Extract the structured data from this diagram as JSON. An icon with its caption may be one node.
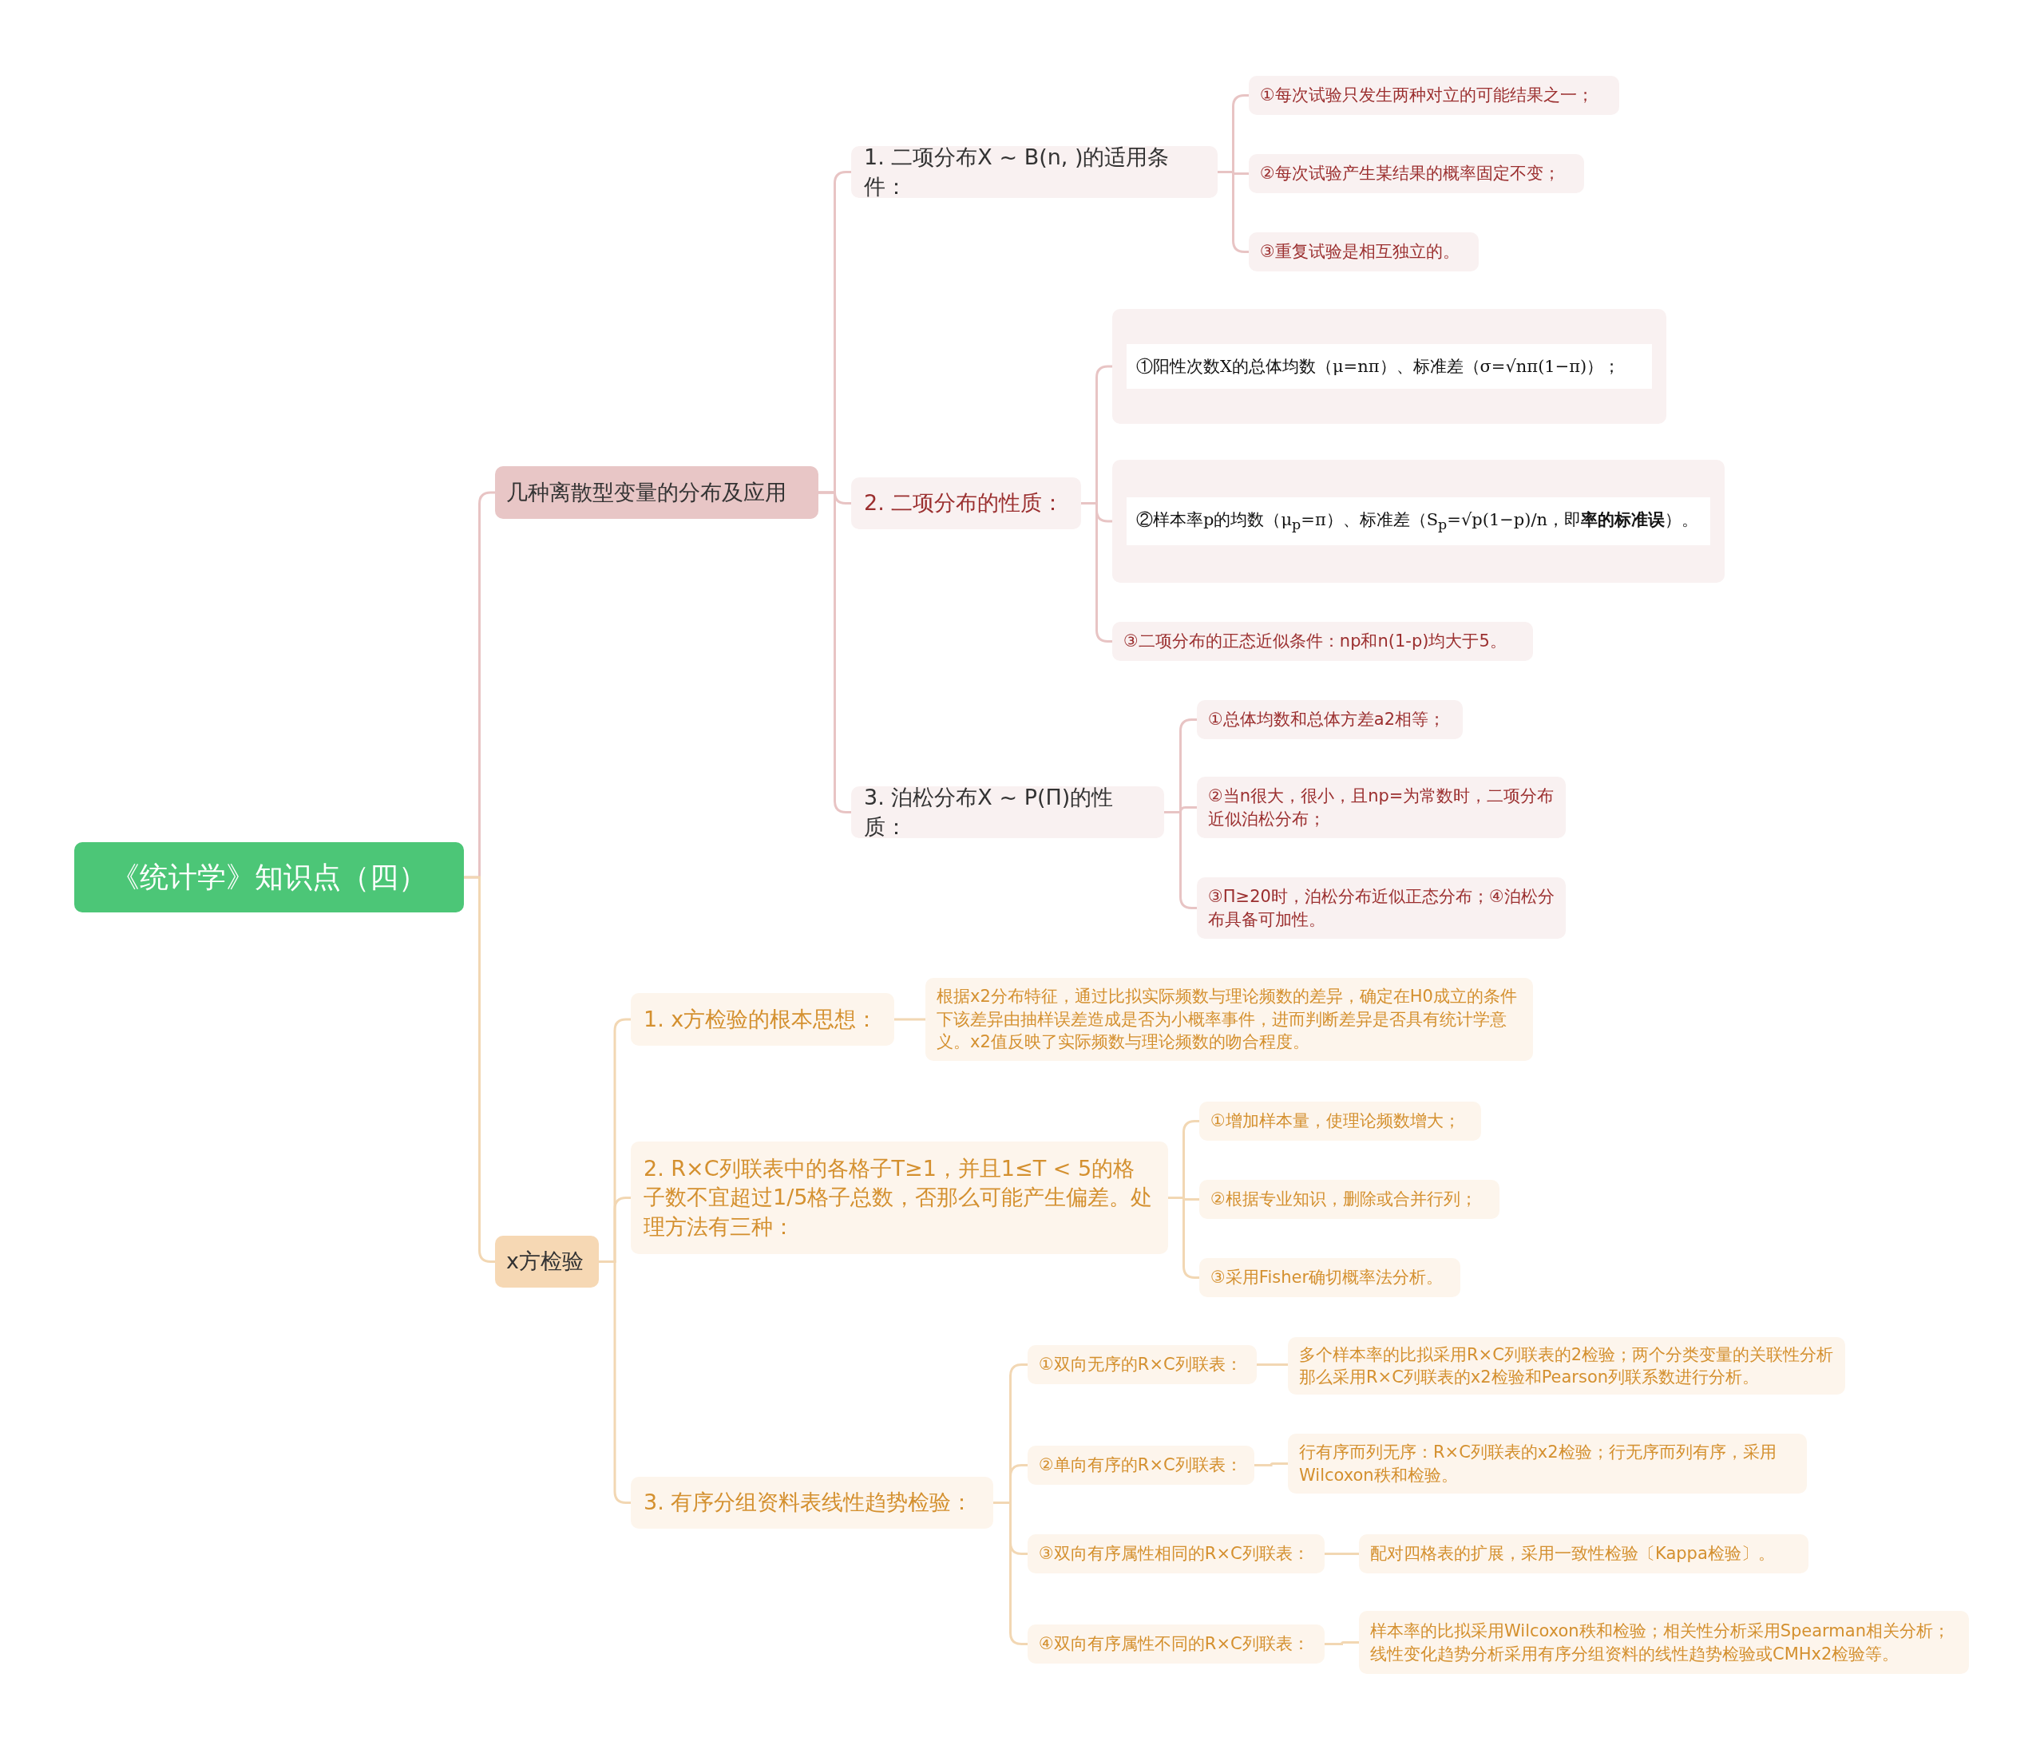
{
  "diagram": {
    "nodes": [
      {
        "text": [
          "《统计学》知识点（四）"
        ]
      },
      {
        "text": [
          "几种离散型变量的分布及应用"
        ]
      },
      {
        "text": [
          "1. 二项分布X ~ B(n, )的适用条件："
        ]
      },
      {
        "text": [
          "①每次试验只发生两种对立的可能结果之一；"
        ]
      },
      {
        "text": [
          "②每次试验产生某结果的概率固定不变；"
        ]
      },
      {
        "text": [
          "③重复试验是相互独立的。"
        ]
      },
      {
        "text": [
          "2. 二项分布的性质："
        ]
      },
      {
        "text": [
          "①阳性次数X的总体均数（μ=nπ）、标准差（σ=√nπ(1−π)）；"
        ]
      },
      {
        "text": [
          "②样本率p的均数（μ$_{p}$=π）、标准差（S$_{p}$=√p(1−p)/n，即**率的标准误**）。"
        ]
      },
      {
        "text": [
          "③二项分布的正态近似条件：np和n(1-p)均大于5。"
        ]
      },
      {
        "text": [
          "3. 泊松分布X ~ P(Π)的性质："
        ]
      },
      {
        "text": [
          "①总体均数和总体方差a2相等；"
        ]
      },
      {
        "text": [
          "②当n很大，很小，且np=为常数时，二项分布近似泊松分布；"
        ]
      },
      {
        "text": [
          "③Π≥20时，泊松分布近似正态分布；④泊松分布具备可加性。"
        ]
      },
      {
        "text": [
          "x方检验"
        ]
      },
      {
        "text": [
          "1. x方检验的根本思想："
        ]
      },
      {
        "text": [
          "根据x2分布特征，通过比拟实际频数与理论频数的差异，确定在H0成立的条件下该差异由抽样误差造成是否为小概率事件，进而判断差异是否具有统计学意义。x2值反映了实际频数与理论频数的吻合程度。"
        ]
      },
      {
        "text": [
          "2. R×C列联表中的各格子T≥1，并且1≤T < 5的格子数不宜超过1/5格子总数，否那么可能产生偏差。处理方法有三种："
        ]
      },
      {
        "text": [
          "①增加样本量，使理论频数增大；"
        ]
      },
      {
        "text": [
          "②根据专业知识，删除或合并行列；"
        ]
      },
      {
        "text": [
          "③采用Fisher确切概率法分析。"
        ]
      },
      {
        "text": [
          "3. 有序分组资料表线性趋势检验："
        ]
      },
      {
        "text": [
          "①双向无序的R×C列联表："
        ]
      },
      {
        "text": [
          "多个样本率的比拟采用R×C列联表的2检验；两个分类变量的关联性分析那么采用R×C列联表的x2检验和Pearson列联系数进行分析。"
        ]
      },
      {
        "text": [
          "②单向有序的R×C列联表："
        ]
      },
      {
        "text": [
          "行有序而列无序：R×C列联表的x2检验；行无序而列有序，采用Wilcoxon秩和检验。"
        ]
      },
      {
        "text": [
          "③双向有序属性相同的R×C列联表："
        ]
      },
      {
        "text": [
          "配对四格表的扩展，采用一致性检验〔Kappa检验〕。"
        ]
      },
      {
        "text": [
          "④双向有序属性不同的R×C列联表："
        ]
      },
      {
        "text": [
          "样本率的比拟采用Wilcoxon秩和检验；相关性分析采用Spearman相关分析；线性变化趋势分析采用有序分组资料的线性趋势检验或CMHx2检验等。"
        ]
      }
    ],
    "edges": [
      {
        "from": 0,
        "to": 1,
        "arrow": "none",
        "color": "#e8c4c4"
      },
      {
        "from": 0,
        "to": 14,
        "arrow": "none"
      },
      {
        "from": 1,
        "to": 2,
        "arrow": "none",
        "color": "#e8c4c4"
      },
      {
        "from": 1,
        "to": 6,
        "arrow": "none",
        "color": "#e8c4c4"
      },
      {
        "from": 1,
        "to": 10,
        "arrow": "none",
        "color": "#e8c4c4"
      },
      {
        "from": 2,
        "to": 3,
        "arrow": "none",
        "color": "#e8c4c4"
      },
      {
        "from": 2,
        "to": 4,
        "arrow": "none",
        "color": "#e8c4c4"
      },
      {
        "from": 2,
        "to": 5,
        "arrow": "none",
        "color": "#e8c4c4"
      },
      {
        "from": 6,
        "to": 7,
        "arrow": "none",
        "color": "#e8c4c4"
      },
      {
        "from": 6,
        "to": 8,
        "arrow": "none",
        "color": "#e8c4c4"
      },
      {
        "from": 6,
        "to": 9,
        "arrow": "none",
        "color": "#e8c4c4"
      },
      {
        "from": 10,
        "to": 11,
        "arrow": "none",
        "color": "#e8c4c4"
      },
      {
        "from": 10,
        "to": 12,
        "arrow": "none",
        "color": "#e8c4c4"
      },
      {
        "from": 10,
        "to": 13,
        "arrow": "none",
        "color": "#e8c4c4"
      },
      {
        "from": 14,
        "to": 15,
        "arrow": "none"
      },
      {
        "from": 14,
        "to": 17,
        "arrow": "none"
      },
      {
        "from": 14,
        "to": 21,
        "arrow": "none"
      },
      {
        "from": 15,
        "to": 16,
        "arrow": "none"
      },
      {
        "from": 17,
        "to": 18,
        "arrow": "none"
      },
      {
        "from": 17,
        "to": 19,
        "arrow": "none"
      },
      {
        "from": 17,
        "to": 20,
        "arrow": "none"
      },
      {
        "from": 21,
        "to": 22,
        "arrow": "none"
      },
      {
        "from": 21,
        "to": 24,
        "arrow": "none"
      },
      {
        "from": 21,
        "to": 26,
        "arrow": "none"
      },
      {
        "from": 21,
        "to": 28,
        "arrow": "none"
      },
      {
        "from": 22,
        "to": 23,
        "arrow": "none"
      },
      {
        "from": 24,
        "to": 25,
        "arrow": "none"
      },
      {
        "from": 26,
        "to": 27,
        "arrow": "none"
      },
      {
        "from": 28,
        "to": 29,
        "arrow": "none"
      }
    ]
  }
}
